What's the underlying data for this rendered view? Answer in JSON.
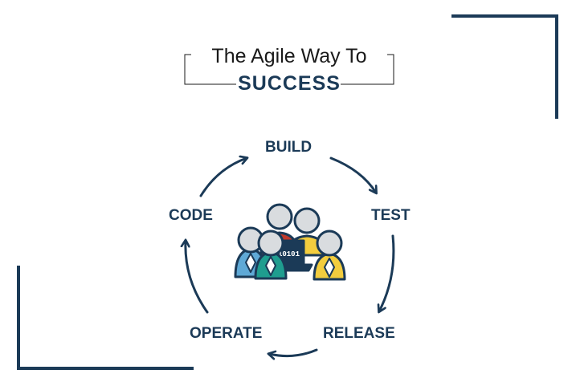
{
  "title": {
    "line1": "The Agile Way To",
    "line2": "SUCCESS"
  },
  "cycle_stages": [
    "BUILD",
    "TEST",
    "RELEASE",
    "OPERATE",
    "CODE"
  ],
  "laptop_text": "10101",
  "colors": {
    "navy": "#1b3a57",
    "frame": "#1b3a57",
    "person_blue": "#5fa9d6",
    "person_teal": "#1f9d8f",
    "person_yellow": "#f3cd3e",
    "person_red": "#c0392b",
    "head_gray": "#d9dcdf"
  },
  "icons": [
    "team-icon",
    "laptop-icon"
  ]
}
